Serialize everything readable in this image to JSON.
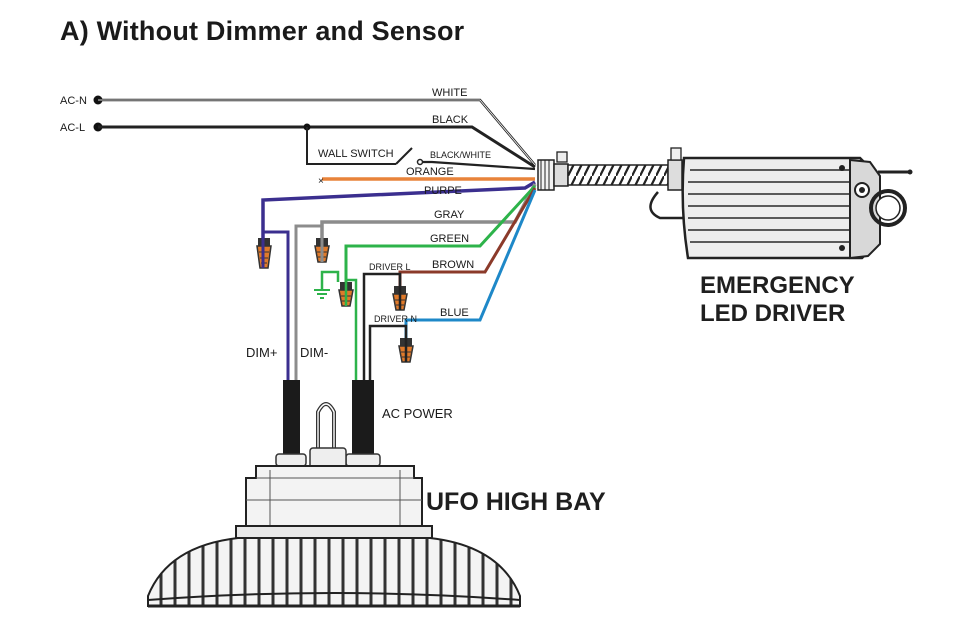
{
  "title": "A) Without Dimmer and Sensor",
  "terminals": {
    "ac_n": "AC-N",
    "ac_l": "AC-L"
  },
  "wires": {
    "white": "WHITE",
    "black": "BLACK",
    "wall_switch": "WALL SWITCH",
    "black_white": "BLACK/WHITE",
    "orange": "ORANGE",
    "purple": "PURPE",
    "gray": "GRAY",
    "green": "GREEN",
    "brown": "BROWN",
    "blue": "BLUE",
    "driver_l": "DRIVER L",
    "driver_n": "DRIVER N"
  },
  "leads": {
    "dim_plus": "DIM+",
    "dim_minus": "DIM-",
    "ac_power": "AC POWER"
  },
  "components": {
    "emergency_driver": [
      "EMERGENCY",
      "LED  DRIVER"
    ],
    "fixture": "UFO HIGH BAY"
  },
  "colors": {
    "white_wire": "#222222",
    "black_wire": "#222222",
    "orange_wire": "#e8833a",
    "purple_wire": "#3b2f8f",
    "gray_wire": "#8c8c8c",
    "green_wire": "#2db34a",
    "brown_wire": "#8b3a2a",
    "blue_wire": "#1e88c8",
    "wire_nut": "#e07a2a"
  }
}
